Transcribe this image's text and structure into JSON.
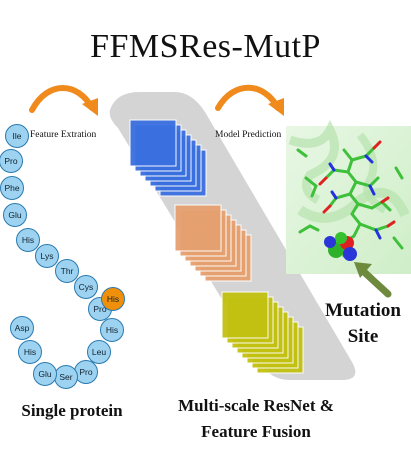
{
  "title": "FFMSRes-MutP",
  "feature_label": "Feature Extration",
  "model_label": "Model Prediction",
  "residues": [
    "Ile",
    "Pro",
    "Phe",
    "Glu",
    "His",
    "Lys",
    "Thr",
    "Cys",
    "Pro",
    "His",
    "His",
    "Leu",
    "Pro",
    "Ser",
    "Glu",
    "His",
    "Asp"
  ],
  "highlight_residue_index": 9,
  "single_protein_label": "Single protein",
  "resnet_label_line1": "Multi-scale ResNet &",
  "resnet_label_line2": "Feature Fusion",
  "mutation_label_line1": "Mutation",
  "mutation_label_line2": "Site",
  "colors": {
    "residue_fill": "#9dd3f0",
    "residue_stroke": "#2a7ab0",
    "highlight_fill": "#f0900a",
    "arrow_orange": "#f08a1c",
    "stack_blue": "#3a6fe0",
    "stack_orange": "#e6a070",
    "stack_olive": "#c2c010",
    "panel_grey": "#c8c8c8",
    "mutation_arrow": "#6e8a3c"
  }
}
